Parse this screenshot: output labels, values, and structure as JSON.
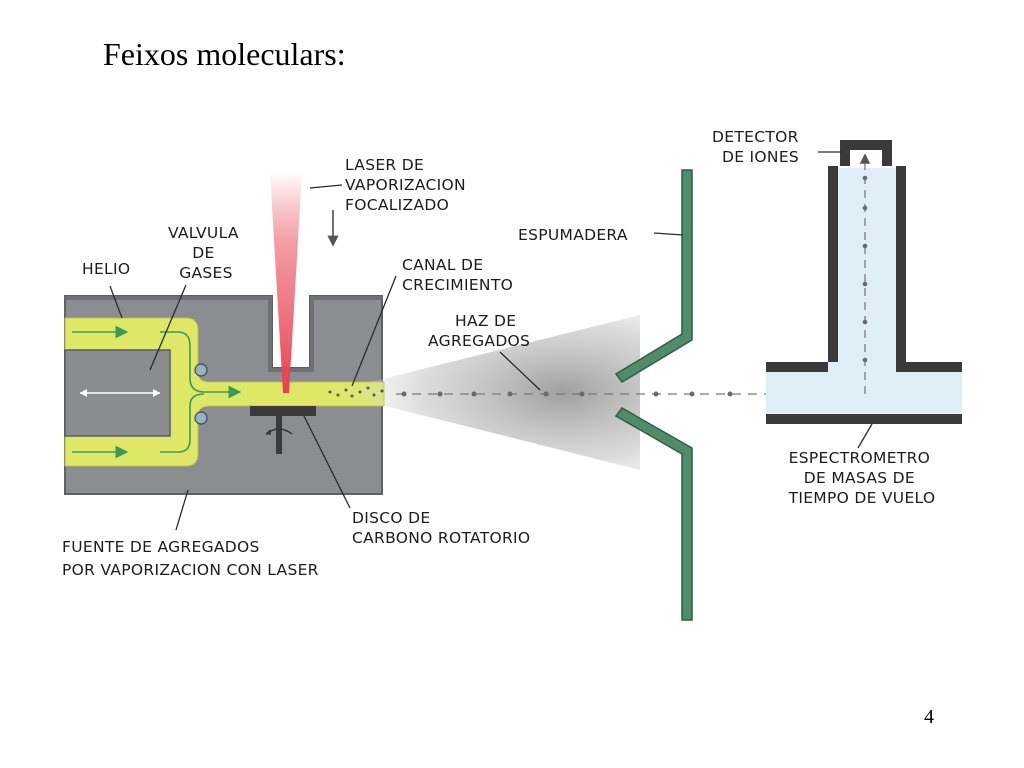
{
  "slide": {
    "title": "Feixos moleculars:",
    "page_number": "4"
  },
  "diagram": {
    "labels": {
      "laser_line1": "LASER DE",
      "laser_line2": "VAPORIZACION",
      "laser_line3": "FOCALIZADO",
      "valve_line1": "VALVULA",
      "valve_line2": "DE",
      "valve_line3": "GASES",
      "helium": "HELIO",
      "channel_line1": "CANAL DE",
      "channel_line2": "CRECIMIENTO",
      "beam_line1": "HAZ DE",
      "beam_line2": "AGREGADOS",
      "skimmer": "ESPUMADERA",
      "detector_line1": "DETECTOR",
      "detector_line2": "DE IONES",
      "disc_line1": "DISCO DE",
      "disc_line2": "CARBONO ROTATORIO",
      "source_line1": "FUENTE DE AGREGADOS",
      "source_line2": "POR VAPORIZACION CON LASER",
      "spectrometer_line1": "ESPECTROMETRO",
      "spectrometer_line2": "DE MASAS DE",
      "spectrometer_line3": "TIEMPO DE VUELO"
    },
    "colors": {
      "housing": "#8b8d91",
      "housing_dark": "#4a4a4a",
      "helium_gas": "#dfe866",
      "gas_flow_arrow": "#3b9a5a",
      "laser": "#e8404f",
      "skimmer": "#4e8c6a",
      "spectrometer_inner": "#dfeef6",
      "beam_spray": "#b5b5b5"
    }
  }
}
